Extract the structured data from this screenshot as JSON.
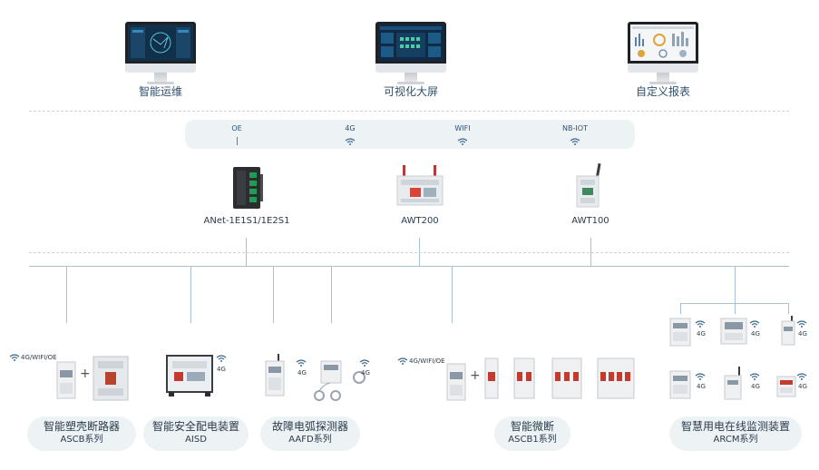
{
  "top_apps": [
    {
      "label": "智能运维",
      "icon": "monitor-icon"
    },
    {
      "label": "可视化大屏",
      "icon": "monitor-icon"
    },
    {
      "label": "自定义报表",
      "icon": "monitor-icon"
    }
  ],
  "protocols": [
    {
      "label": "OE",
      "icon": "wired-icon"
    },
    {
      "label": "4G",
      "icon": "wifi-icon"
    },
    {
      "label": "WIFI",
      "icon": "wifi-icon"
    },
    {
      "label": "NB-IOT",
      "icon": "wifi-icon"
    }
  ],
  "gateways": [
    {
      "label": "ANet-1E1S1/1E2S1"
    },
    {
      "label": "AWT200"
    },
    {
      "label": "AWT100"
    }
  ],
  "device_tags": {
    "ascb_conn": "4G/WIFI/OE",
    "aisd_conn": "4G",
    "aafd_conn_1": "4G",
    "aafd_conn_2": "4G",
    "ascb1_conn": "4G/WIFI/OE",
    "arcm_conn_1": "4G",
    "arcm_conn_2": "4G",
    "arcm_conn_3": "4G",
    "arcm_conn_4": "4G",
    "arcm_conn_5": "4G",
    "arcm_conn_6": "4G",
    "plus_1": "+",
    "plus_2": "+"
  },
  "products": [
    {
      "name": "智能塑壳断路器",
      "model": "ASCB系列"
    },
    {
      "name": "智能安全配电装置",
      "model": "AISD"
    },
    {
      "name": "故障电弧探测器",
      "model": "AAFD系列"
    },
    {
      "name": "智能微断",
      "model": "ASCB1系列"
    },
    {
      "name": "智慧用电在线监测装置",
      "model": "ARCM系列"
    }
  ],
  "colors": {
    "line": "#a9c2d3",
    "band": "#edf2f5",
    "text": "#2b3a4a",
    "accent": "#2f4f6f"
  }
}
